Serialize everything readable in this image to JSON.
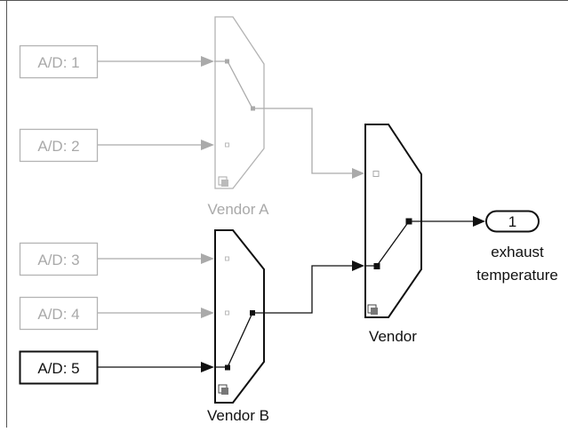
{
  "diagram": {
    "inputs": [
      {
        "label": "A/D: 1",
        "active": false
      },
      {
        "label": "A/D: 2",
        "active": false
      },
      {
        "label": "A/D: 3",
        "active": false
      },
      {
        "label": "A/D: 4",
        "active": false
      },
      {
        "label": "A/D: 5",
        "active": true
      }
    ],
    "switches": [
      {
        "label": "Vendor A",
        "active": false
      },
      {
        "label": "Vendor B",
        "active": true
      },
      {
        "label": "Vendor",
        "active": true
      }
    ],
    "output": {
      "port_number": "1",
      "label_line1": "exhaust",
      "label_line2": "temperature"
    }
  },
  "colors": {
    "active": "#111111",
    "inactive": "#aaaaaa",
    "inactive_text": "#a9a9a9",
    "background": "#ffffff"
  }
}
